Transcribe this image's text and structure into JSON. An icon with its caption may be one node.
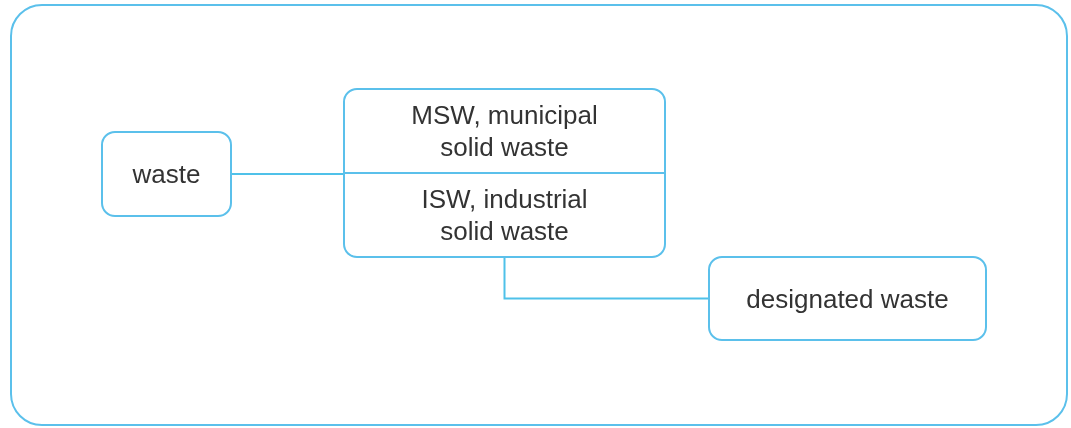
{
  "diagram": {
    "nodes": [
      {
        "text": [],
        "shape": "box"
      },
      {
        "text": [
          "waste"
        ],
        "in": 0
      },
      {
        "text": [],
        "shape": "box",
        "in": 0
      },
      {
        "text": [
          "MSW, municipal solid waste"
        ],
        "in": 2
      },
      {
        "text": [
          "ISW, industrial solid waste"
        ],
        "in": 2
      },
      {
        "text": [
          "designated waste"
        ],
        "in": 0
      }
    ],
    "edges": [
      {
        "from": 1,
        "to": 2,
        "arrow": "none"
      },
      {
        "from": 4,
        "to": 5,
        "arrow": "none"
      }
    ]
  }
}
